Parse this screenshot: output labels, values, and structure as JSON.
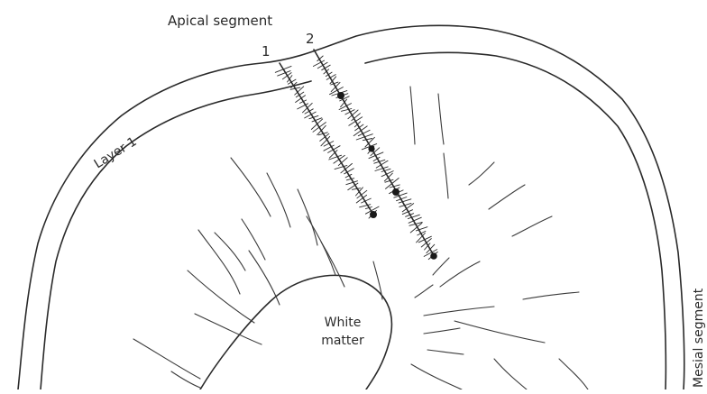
{
  "labels": {
    "apical": "Apical segment",
    "layer": "Layer 1",
    "track1": "1",
    "track2": "2",
    "white_matter_line1": "White",
    "white_matter_line2": "matter",
    "mesial": "Mesial segment"
  }
}
